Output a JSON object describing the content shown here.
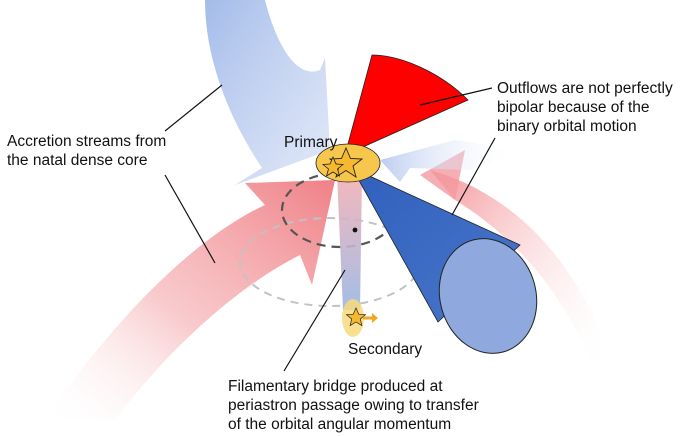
{
  "labels": {
    "primary": "Primary",
    "secondary": "Secondary",
    "accretion": [
      "Accretion streams from",
      "the natal dense core"
    ],
    "outflows": [
      "Outflows are not perfectly",
      "bipolar because of the",
      "binary orbital motion"
    ],
    "filament": [
      "Filamentary bridge produced at",
      "periastron passage owing to transfer",
      "of the orbital angular momentum"
    ]
  },
  "colors": {
    "stream_blue": "#9db6e6",
    "stream_red": "#f08a8f",
    "outflow_red": "#ff0000",
    "outflow_blue": "#3f6fc4",
    "star": "#f5b82e",
    "halo": "#f7cf5a"
  },
  "icons": {
    "primary_star": "star-icon",
    "secondary_star": "star-icon"
  }
}
